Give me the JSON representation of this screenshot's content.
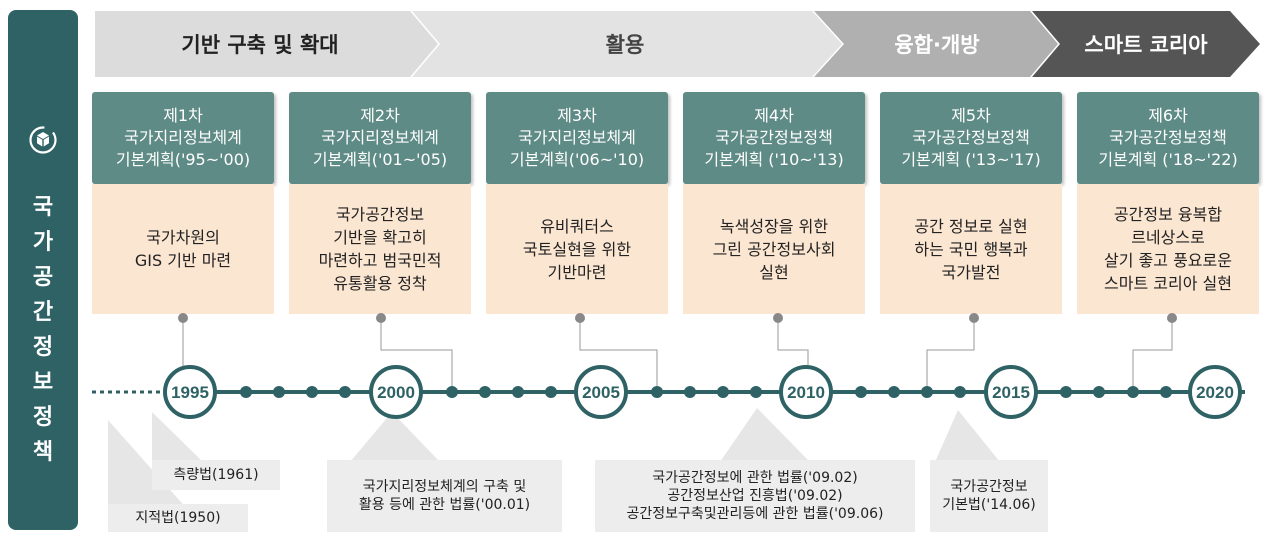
{
  "sidebar": {
    "title": "국\n가\n공\n간\n정\n보\n정\n책",
    "icon": "cube-cycle-icon"
  },
  "phases": [
    {
      "label": "기반 구축 및 확대"
    },
    {
      "label": "활용"
    },
    {
      "label": "융합·개방"
    },
    {
      "label": "스마트 코리아"
    }
  ],
  "plans": [
    {
      "line1": "제1차",
      "line2": "국가지리정보체계",
      "line3": "기본계획('95~'00)",
      "goal": "국가차원의\nGIS 기반 마련"
    },
    {
      "line1": "제2차",
      "line2": "국가지리정보체계",
      "line3": "기본계획('01~'05)",
      "goal": "국가공간정보\n기반을 확고히\n마련하고  범국민적\n유통활용 정착"
    },
    {
      "line1": "제3차",
      "line2": "국가지리정보체계",
      "line3": "기본계획('06~'10)",
      "goal": "유비쿼터스\n국토실현을 위한\n기반마련"
    },
    {
      "line1": "제4차",
      "line2": "국가공간정보정책",
      "line3": "기본계획 ('10~'13)",
      "goal": "녹색성장을 위한\n그린 공간정보사회\n실현"
    },
    {
      "line1": "제5차",
      "line2": "국가공간정보정책",
      "line3": "기본계획  ('13~'17)",
      "goal": "공간 정보로 실현\n하는 국민 행복과\n국가발전"
    },
    {
      "line1": "제6차",
      "line2": "국가공간정보정책",
      "line3": "기본계획 ('18~'22)",
      "goal": "공간정보 융복합\n르네상스로\n살기 좋고 풍요로운\n스마트 코리아 실현"
    }
  ],
  "years": [
    "1995",
    "2000",
    "2005",
    "2010",
    "2015",
    "2020"
  ],
  "laws": [
    {
      "text": "지적법(1950)"
    },
    {
      "text": "측량법(1961)"
    },
    {
      "text": "국가지리정보체계의 구축 및\n활용 등에 관한 법률('00.01)"
    },
    {
      "text": "국가공간정보에 관한 법률('09.02)\n공간정보산업 진흥법('09.02)\n공간정보구축및관리등에 관한 법률('09.06)"
    },
    {
      "text": "국가공간정보\n기본법('14.06)"
    }
  ],
  "colors": {
    "teal": "#2e6265",
    "header": "#5e8b85",
    "goal_bg": "#fbe6d2",
    "arrow_light": "#dcdcdc",
    "arrow_mid": "#b0b0b0",
    "arrow_dark": "#555555"
  }
}
